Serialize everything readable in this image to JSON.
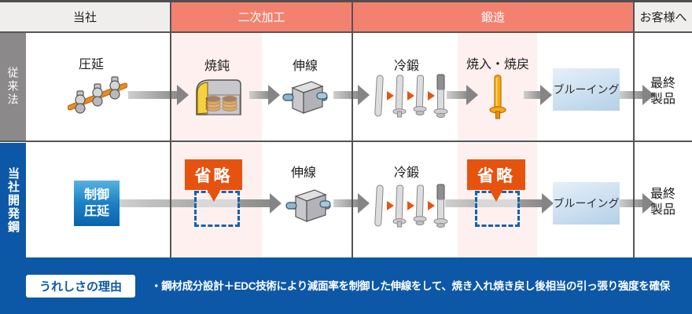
{
  "colors": {
    "accent_salmon": "#f3816f",
    "pink_highlight": "#fdf0ee",
    "brand_blue": "#0d58a6",
    "omit_orange": "#e6530e",
    "dashed_border_blue": "#1563ae",
    "bluing_box_blue": "#c4daec",
    "sidebar_gray": "#8b898a",
    "arrow_gray": "#8a8a8a"
  },
  "header": {
    "our_company": "当社",
    "secondary_processing": "二次加工",
    "forging": "鍛造",
    "to_customer": "お客様へ"
  },
  "conventional": {
    "side_label": "従来法",
    "rolling": "圧延",
    "annealing": "焼鈍",
    "wire_drawing": "伸線",
    "cold_forging": "冷鍛",
    "quench_temper": "焼入・焼戻",
    "bluing": "ブルーイング",
    "final_line1": "最終",
    "final_line2": "製品"
  },
  "developed": {
    "side_label": "当社開発鋼",
    "controlled_rolling_line1": "制御",
    "controlled_rolling_line2": "圧延",
    "omitted1": "省略",
    "omitted2": "省略",
    "wire_drawing": "伸線",
    "cold_forging": "冷鍛",
    "bluing": "ブルーイング",
    "final_line1": "最終",
    "final_line2": "製品"
  },
  "footer": {
    "badge": "うれしさの理由",
    "note": "・鋼材成分設計＋EDC技術により減面率を制御した伸線をして、焼き入れ焼き戻し後相当の引っ張り強度を確保"
  },
  "icons": {
    "rolling_mill": "rolling-mill-icon",
    "annealing_furnace": "annealing-furnace-icon",
    "wire_drawing_die": "wire-drawing-die-icon",
    "cold_forging_bolts": "cold-forging-bolts-icon",
    "quench_temper_bolt": "quench-temper-bolt-icon",
    "flow_arrow": "flow-arrow-icon",
    "omission_pointer": "omission-pointer-icon"
  }
}
